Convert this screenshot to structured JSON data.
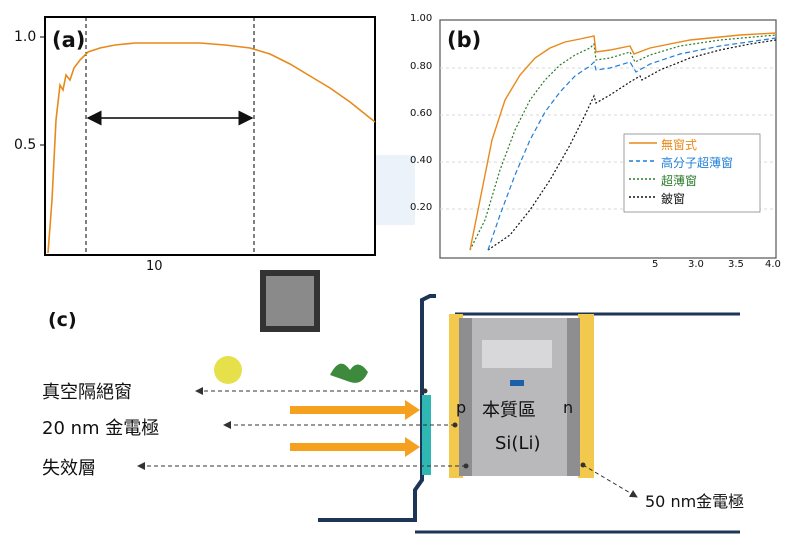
{
  "panel_a": {
    "label": "(a)",
    "ytick_top": "1.0",
    "ytick_mid": "0.5",
    "xtick_label": "10"
  },
  "panel_b": {
    "label": "(b)",
    "ytick_labels": [
      "1.00",
      "0.80",
      "0.60",
      "0.40",
      "0.20"
    ],
    "xtick_labels": [
      "5",
      "3.0",
      "3.5",
      "4.0"
    ],
    "legend": [
      {
        "name": "無窗式",
        "color": "#e8891a",
        "dash": "solid"
      },
      {
        "name": "高分子超薄窗",
        "color": "#1f7fd6",
        "dash": "dashed"
      },
      {
        "name": "超薄窗",
        "color": "#2a7a2a",
        "dash": "dotted"
      },
      {
        "name": "鈹窗",
        "color": "#111111",
        "dash": "dotted"
      }
    ],
    "curve_color": "#e8891a"
  },
  "panel_c": {
    "label": "(c)",
    "left_labels": [
      "真空隔絕窗",
      "20 nm 金電極",
      "失效層"
    ],
    "p_label": "p",
    "n_label": "n",
    "intrinsic_label": "本質區",
    "material_label": "Si(Li)",
    "right_electrode_label": "50 nm金電極",
    "colors": {
      "arrow": "#f5a01f",
      "window": "#2fb7b3",
      "gold": "#f2c94c",
      "crystal": "#b9b9bb",
      "crystal_side": "#8e8e90",
      "housing": "#1d3557"
    }
  }
}
